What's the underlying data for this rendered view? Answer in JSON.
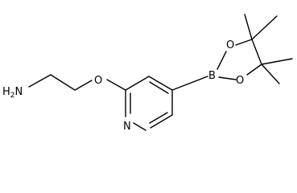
{
  "molecule": {
    "atoms": {
      "amine": "H2N",
      "amine_h": "H",
      "amine_subscript": "2",
      "amine_n": "N",
      "ether_o": "O",
      "ring_n": "N",
      "boron": "B",
      "ring_o_top": "O",
      "ring_o_bottom": "O"
    }
  }
}
